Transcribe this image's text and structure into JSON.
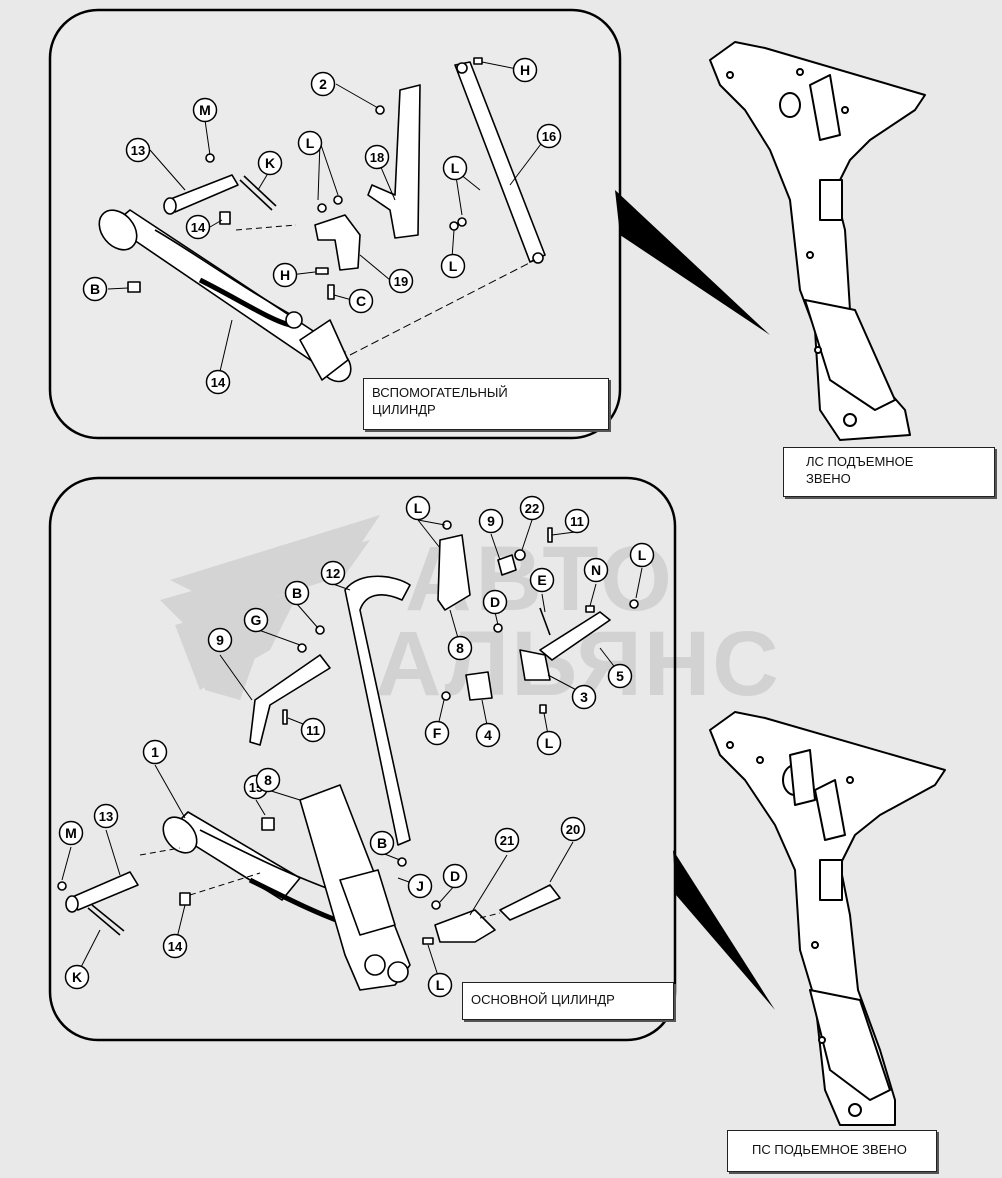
{
  "panels": {
    "aux_cylinder": {
      "title": "ВСПОМОГАТЕЛЬНЫЙ\nЦИЛИНДР",
      "callouts": [
        "M",
        "13",
        "K",
        "L",
        "18",
        "L",
        "16",
        "H",
        "14",
        "19",
        "H",
        "C",
        "L",
        "B",
        "14",
        "2"
      ]
    },
    "main_cylinder": {
      "title": "ОСНОВНОЙ ЦИЛИНДР",
      "callouts": [
        "L",
        "9",
        "22",
        "11",
        "E",
        "N",
        "L",
        "12",
        "B",
        "G",
        "D",
        "9",
        "8",
        "3",
        "5",
        "F",
        "4",
        "L",
        "11",
        "1",
        "15",
        "8",
        "M",
        "13",
        "B",
        "J",
        "D",
        "21",
        "20",
        "14",
        "K",
        "L"
      ]
    },
    "lh_link": {
      "title": "ЛС ПОДЪЕМНОЕ\nЗВЕНО"
    },
    "rh_link": {
      "title": "ПС ПОДЬЕМНОЕ ЗВЕНО"
    }
  },
  "watermark": {
    "line1": "АВТО",
    "line2": "АЛЬЯНС"
  },
  "colors": {
    "background": "#e9e9e9",
    "line": "#111111",
    "watermark": "#cfcfcf",
    "callout_fill": "#ffffff"
  }
}
